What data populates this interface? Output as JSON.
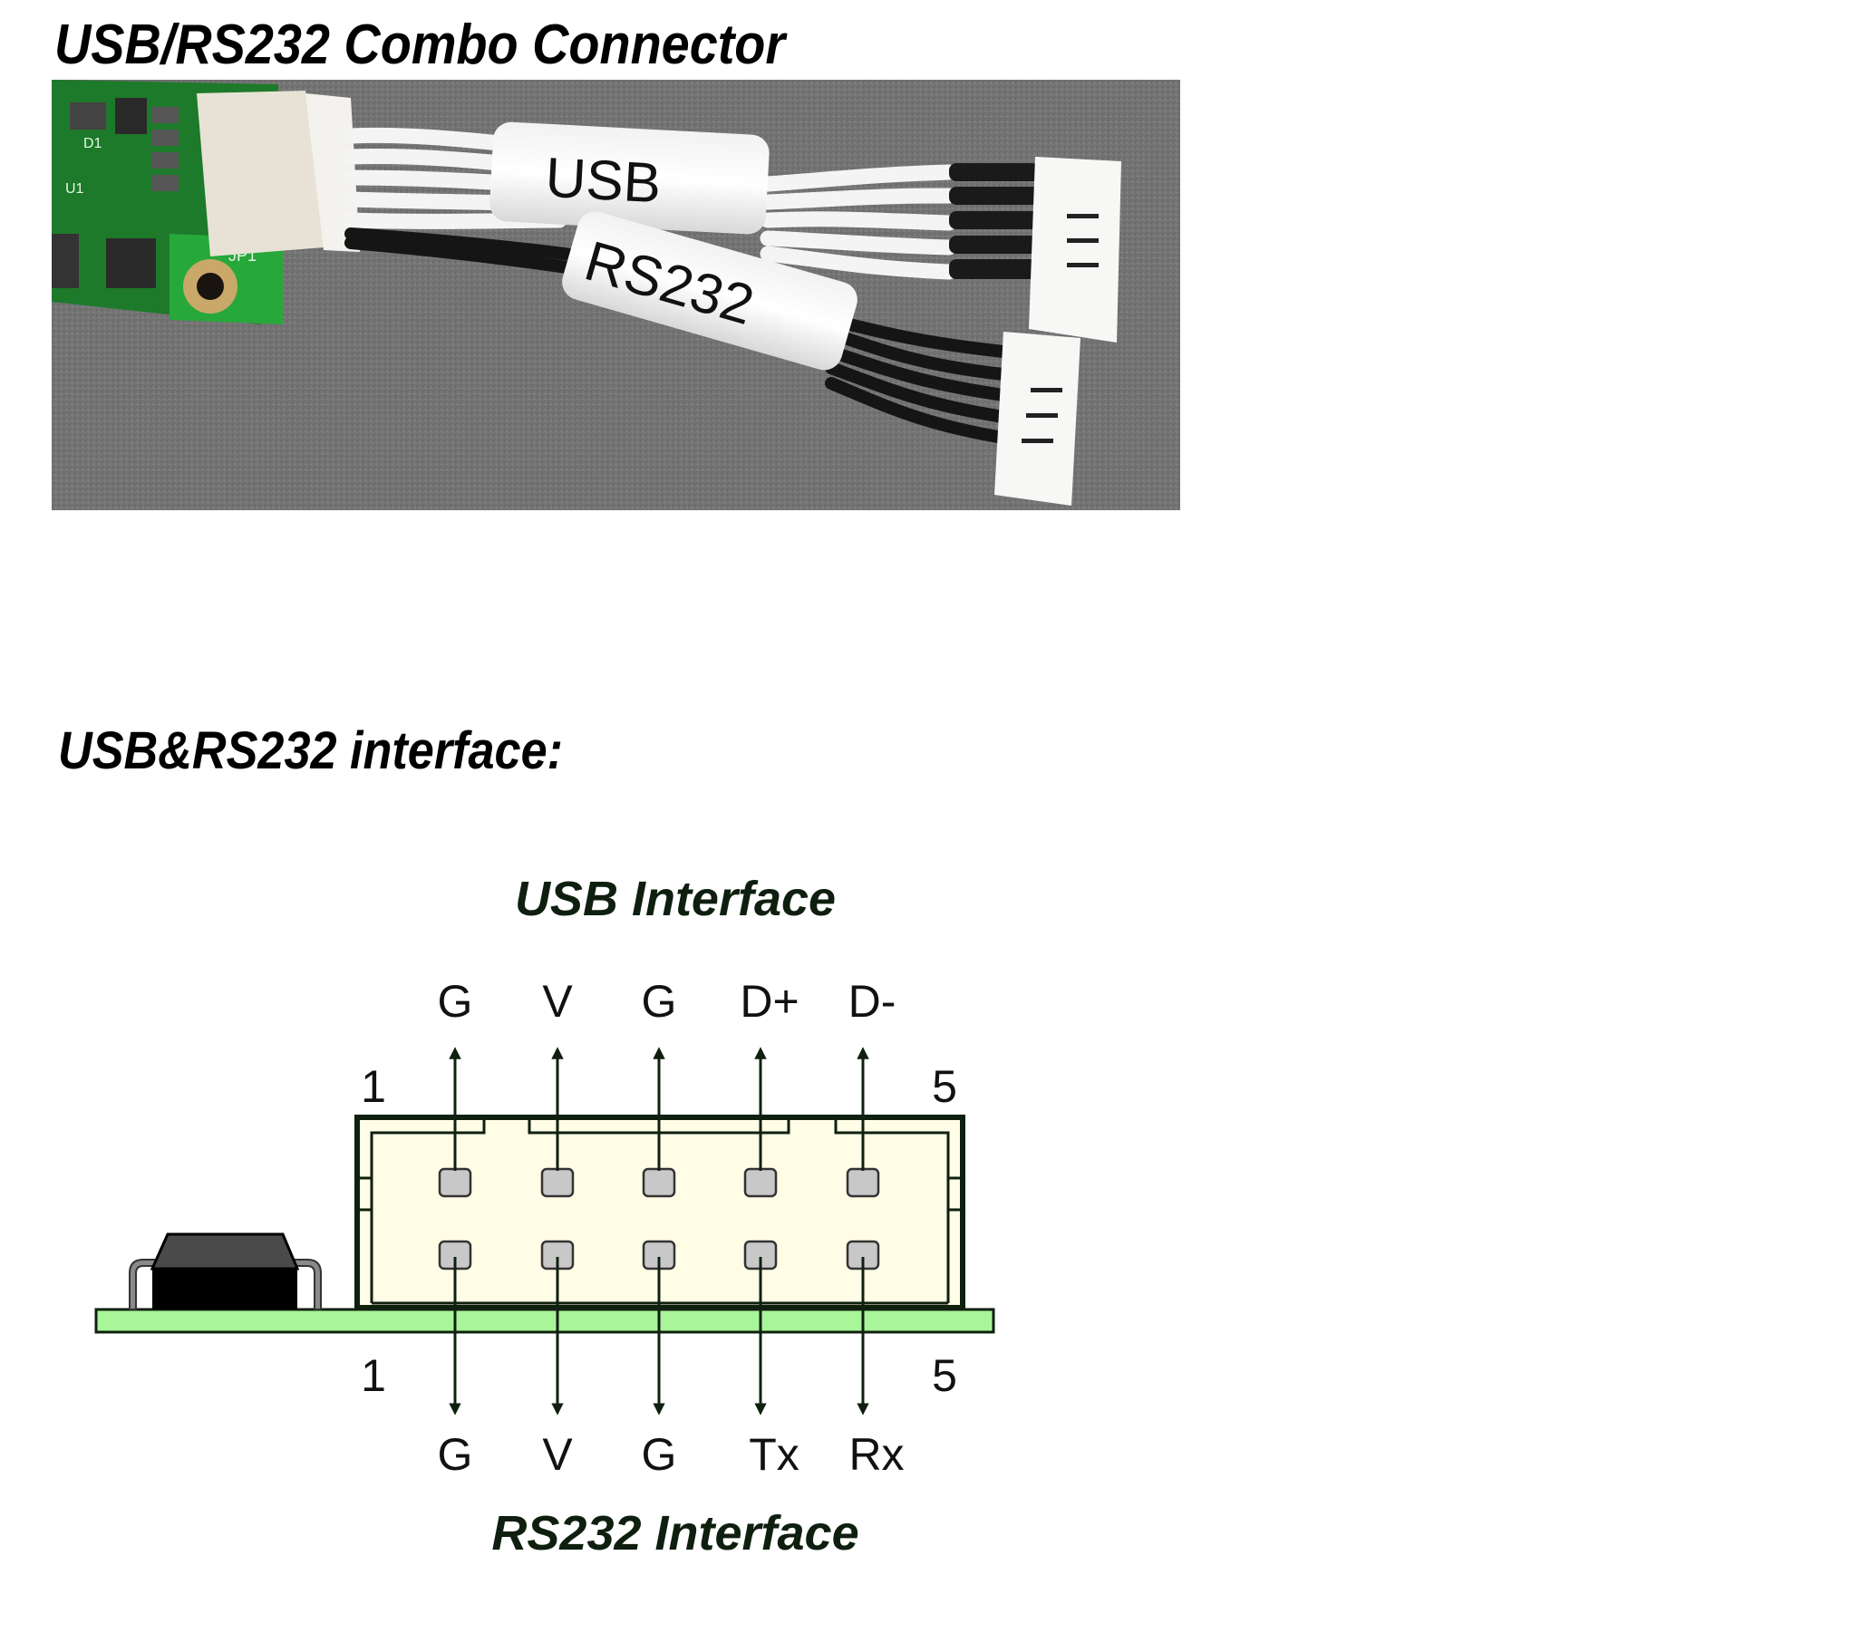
{
  "page": {
    "title": "USB/RS232 Combo Connector",
    "section_heading": "USB&RS232 interface:"
  },
  "photo": {
    "description": "Photo of PCB with USB/RS232 combo cable",
    "sleeve_labels": [
      "USB",
      "RS232"
    ],
    "pcb_silkscreen": [
      "JP1",
      "U1",
      "D1"
    ]
  },
  "diagram": {
    "usb": {
      "title": "USB Interface",
      "pins": [
        "G",
        "V",
        "G",
        "D+",
        "D-"
      ],
      "first_pin_number": "1",
      "last_pin_number": "5"
    },
    "rs232": {
      "title": "RS232 Interface",
      "pins": [
        "G",
        "V",
        "G",
        "Tx",
        "Rx"
      ],
      "first_pin_number": "1",
      "last_pin_number": "5"
    },
    "colors": {
      "pcb": "#a8f59a",
      "connector_body": "#fffde6",
      "pin": "#c8c8c8",
      "outline": "#0f200f",
      "chip_top": "#4a4a4a",
      "chip_body": "#000000",
      "chip_leads": "#8a8a8a"
    }
  }
}
